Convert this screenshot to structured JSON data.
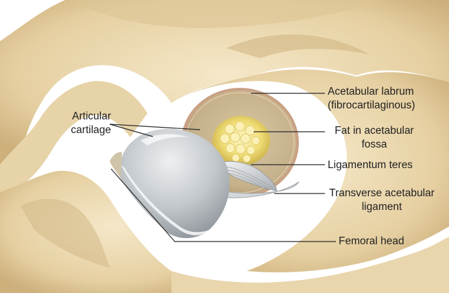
{
  "labels": {
    "articular_cartilage": [
      "Articular",
      "cartilage"
    ],
    "acetabular_labrum": [
      "Acetabular labrum",
      "(fibrocartilaginous)"
    ],
    "fat_in_fossa": [
      "Fat in acetabular",
      "fossa"
    ],
    "ligamentum_teres": "Ligamentum teres",
    "transverse_ligament": [
      "Transverse acetabular",
      "ligament"
    ],
    "femoral_head": "Femoral head"
  },
  "colors": {
    "bone": "#e9d6ad",
    "bone_shadow": "#c7ab78",
    "bone_highlight": "#f6ead0",
    "cartilage": "#b9bec3",
    "cartilage_light": "#e6e8ea",
    "fat": "#f0dc74",
    "leader_line": "#2a2a2a"
  }
}
